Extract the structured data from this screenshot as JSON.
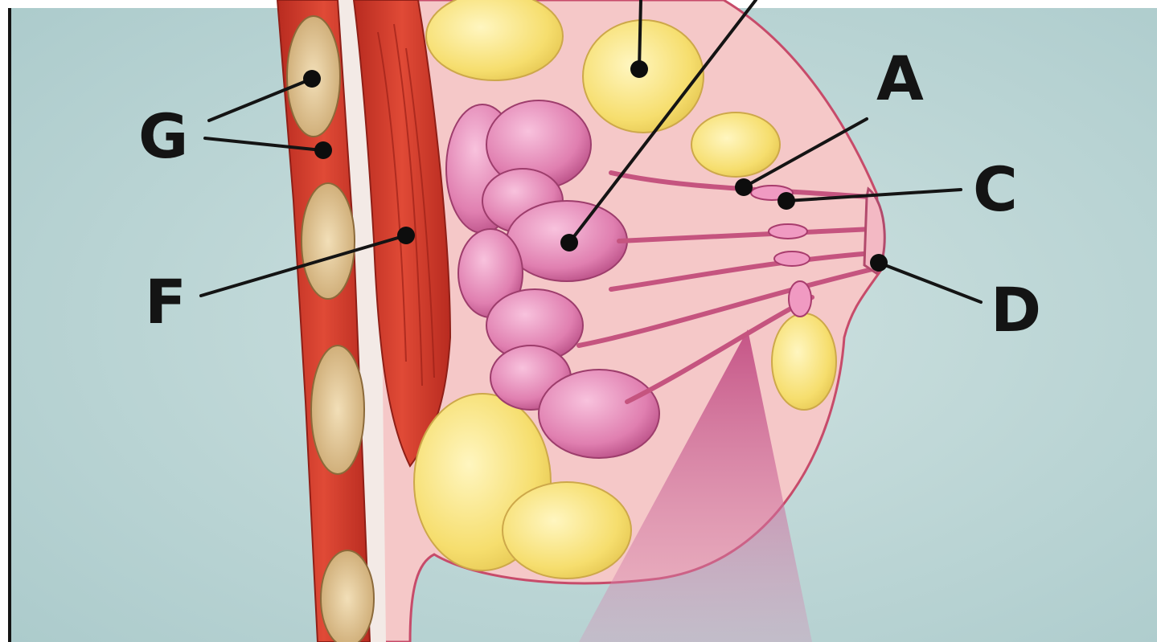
{
  "diagram": {
    "labels": {
      "A": "A",
      "C": "C",
      "D": "D",
      "F": "F",
      "G": "G"
    }
  },
  "colors": {
    "background": "#b9d6d6",
    "muscle": "#d9412f",
    "muscle_dark": "#a92a20",
    "tissue_pink": "#f3c3c5",
    "lobule_pink": "#e784b6",
    "fat_yellow": "#f7e27a",
    "rib_tan": "#e6c99a",
    "label_black": "#141414"
  }
}
